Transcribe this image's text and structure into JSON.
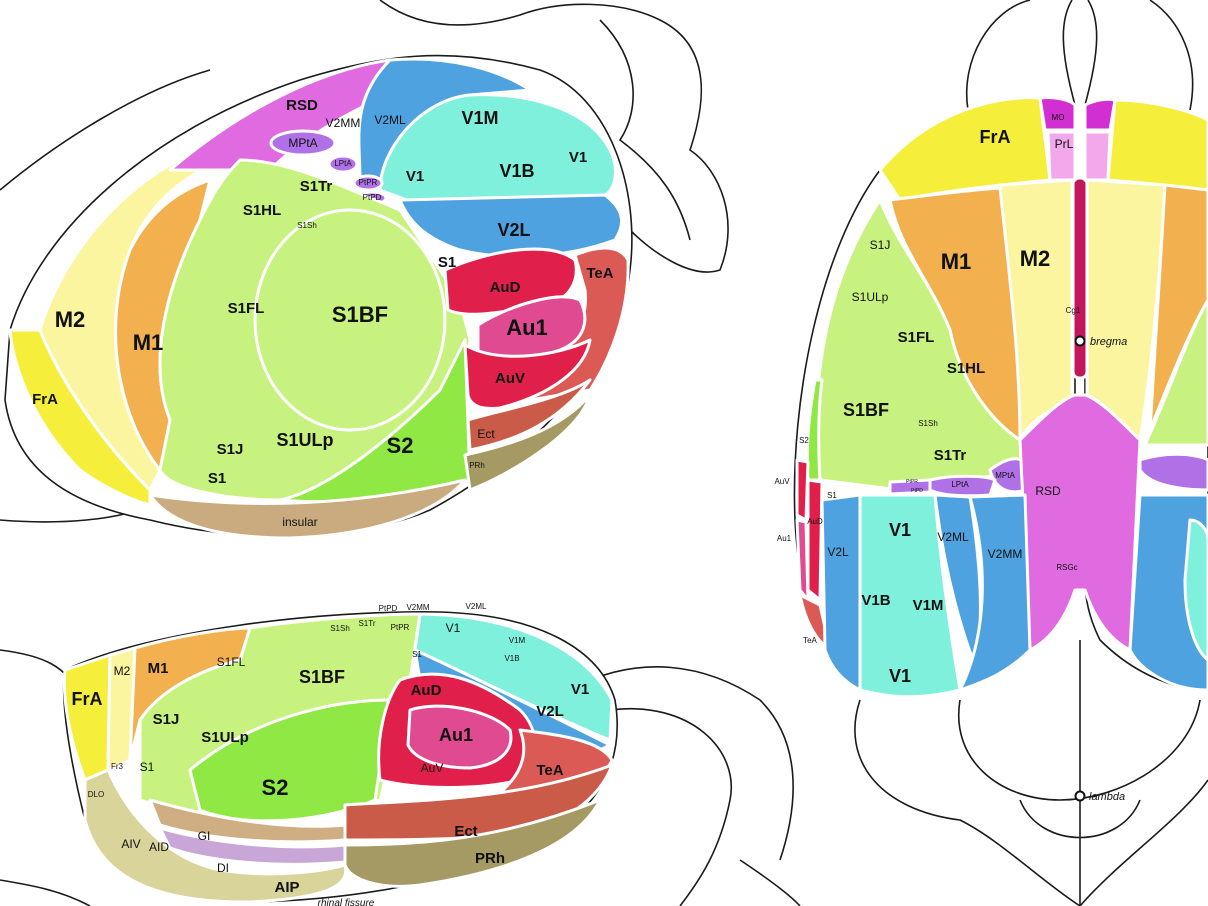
{
  "colors": {
    "FrA": "#f5ef3c",
    "M2": "#fbf5a0",
    "M1": "#f2b04f",
    "S1": "#c8f27f",
    "S1BF": "#c8f27f",
    "S2": "#8fe843",
    "RSD": "#e06ae0",
    "MPtA": "#b070e6",
    "V1": "#7ff0dc",
    "V2": "#4fa2e0",
    "AuD": "#e0204a",
    "Au1": "#e04a90",
    "TeA": "#dc5a55",
    "Ect": "#c95b48",
    "PRh": "#a59a64",
    "insular": "#c9ab7f",
    "GI": "#cfae84",
    "DI": "#c9a6d8",
    "AIP": "#d8d49a",
    "MO": "#d12fd2",
    "PrL": "#f2a8ea",
    "Cg": "#c2185b"
  },
  "lateral_view": {
    "labels": {
      "RSD": "RSD",
      "MPtA": "MPtA",
      "V2MM": "V2MM",
      "V2ML": "V2ML",
      "V1M": "V1M",
      "V1": "V1",
      "V1B": "V1B",
      "V1_right": "V1",
      "LPtA": "LPtA",
      "PtPR": "PtPR",
      "PtPD": "PtPD",
      "S1Tr": "S1Tr",
      "S1HL": "S1HL",
      "S1Sh": "S1Sh",
      "V2L": "V2L",
      "S1": "S1",
      "TeA": "TeA",
      "AuD": "AuD",
      "M2": "M2",
      "M1": "M1",
      "S1FL": "S1FL",
      "S1BF": "S1BF",
      "Au1": "Au1",
      "FrA": "FrA",
      "AuV": "AuV",
      "Ect": "Ect",
      "S1J": "S1J",
      "S1ULp": "S1ULp",
      "S2": "S2",
      "S1_bottom": "S1",
      "PRh": "PRh",
      "insular": "insular"
    }
  },
  "ventrolateral_view": {
    "labels": {
      "PtPD": "PtPD",
      "V2MM": "V2MM",
      "V2ML": "V2ML",
      "S1Sh": "S1Sh",
      "S1Tr": "S1Tr",
      "PtPR": "PtPR",
      "V1": "V1",
      "V1M": "V1M",
      "V1B": "V1B",
      "M2": "M2",
      "M1": "M1",
      "S1FL": "S1FL",
      "S1BF": "S1BF",
      "S1": "S1",
      "FrA": "FrA",
      "AuD": "AuD",
      "V1_right": "V1",
      "V2L": "V2L",
      "S1J": "S1J",
      "S1ULp": "S1ULp",
      "Au1": "Au1",
      "Fr3": "Fr3",
      "S1_left": "S1",
      "AuV": "AuV",
      "TeA": "TeA",
      "S2": "S2",
      "DLO": "DLO",
      "GI": "GI",
      "Ect": "Ect",
      "AIV": "AIV",
      "AID": "AID",
      "DI": "DI",
      "PRh": "PRh",
      "AIP": "AIP",
      "rhinal_fissure": "rhinal fissure"
    }
  },
  "dorsal_view": {
    "labels": {
      "MO": "MO",
      "FrA": "FrA",
      "PrL": "PrL",
      "S1J": "S1J",
      "M1": "M1",
      "M2": "M2",
      "S1ULp": "S1ULp",
      "Cg1": "Cg1",
      "S1FL": "S1FL",
      "bregma": "bregma",
      "S1HL": "S1HL",
      "S1BF": "S1BF",
      "S1Sh": "S1Sh",
      "S2": "S2",
      "S1Tr": "S1Tr",
      "AuV": "AuV",
      "PtPR": "PtPR",
      "PtPD": "PtPD",
      "LPtA": "LPtA",
      "MPtA": "MPtA",
      "S1": "S1",
      "RSD": "RSD",
      "AuD": "AuD",
      "V1": "V1",
      "V2ML": "V2ML",
      "Au1": "Au1",
      "V2L": "V2L",
      "V2MM": "V2MM",
      "RSGc": "RSGc",
      "V1B": "V1B",
      "V1M": "V1M",
      "TeA": "TeA",
      "V1_bottom": "V1",
      "lambda": "lambda"
    }
  }
}
